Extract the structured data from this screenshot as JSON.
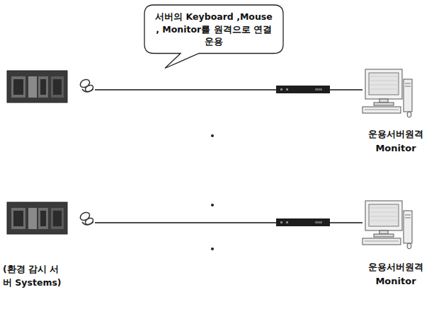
{
  "diagram": {
    "nodes": [
      {
        "text": [
          "서버의 Keyboard ,Mouse , Monitor를 원격으로 연결 운용"
        ]
      }
    ],
    "labels": [
      "운용서버원격 Monitor",
      "운용서버원격 Monitor",
      "(환경 감시 서 버 Systems)"
    ]
  }
}
